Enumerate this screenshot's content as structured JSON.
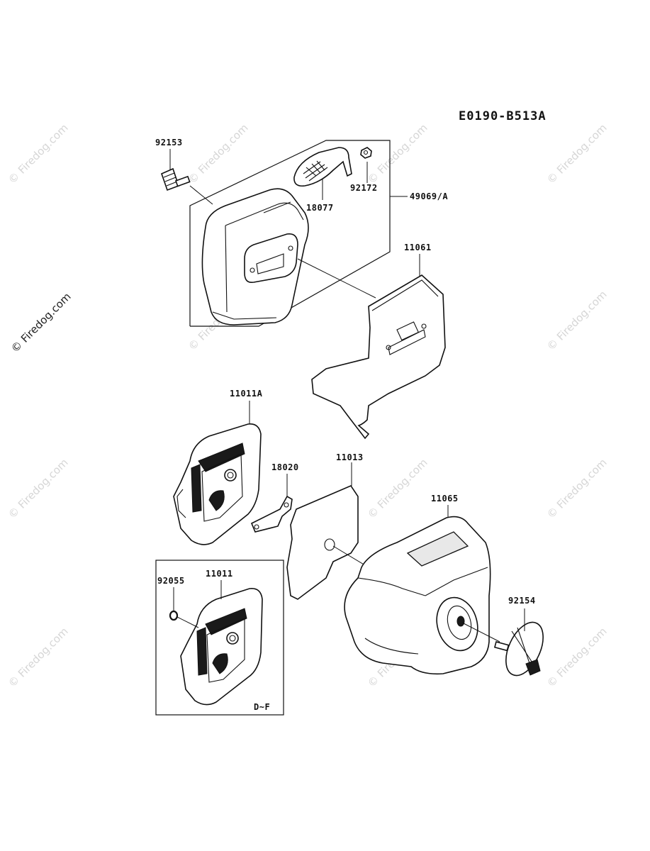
{
  "diagram_code": "E0190-B513A",
  "watermark_text": "© Firedog.com",
  "parts": {
    "p92153": "92153",
    "p92172": "92172",
    "p18077": "18077",
    "p49069": "49069/A",
    "p11061": "11061",
    "p11011A": "11011A",
    "p18020": "18020",
    "p11013": "11013",
    "p11065": "11065",
    "p92055": "92055",
    "p11011": "11011",
    "p92154": "92154"
  },
  "variant_note": "D~F"
}
